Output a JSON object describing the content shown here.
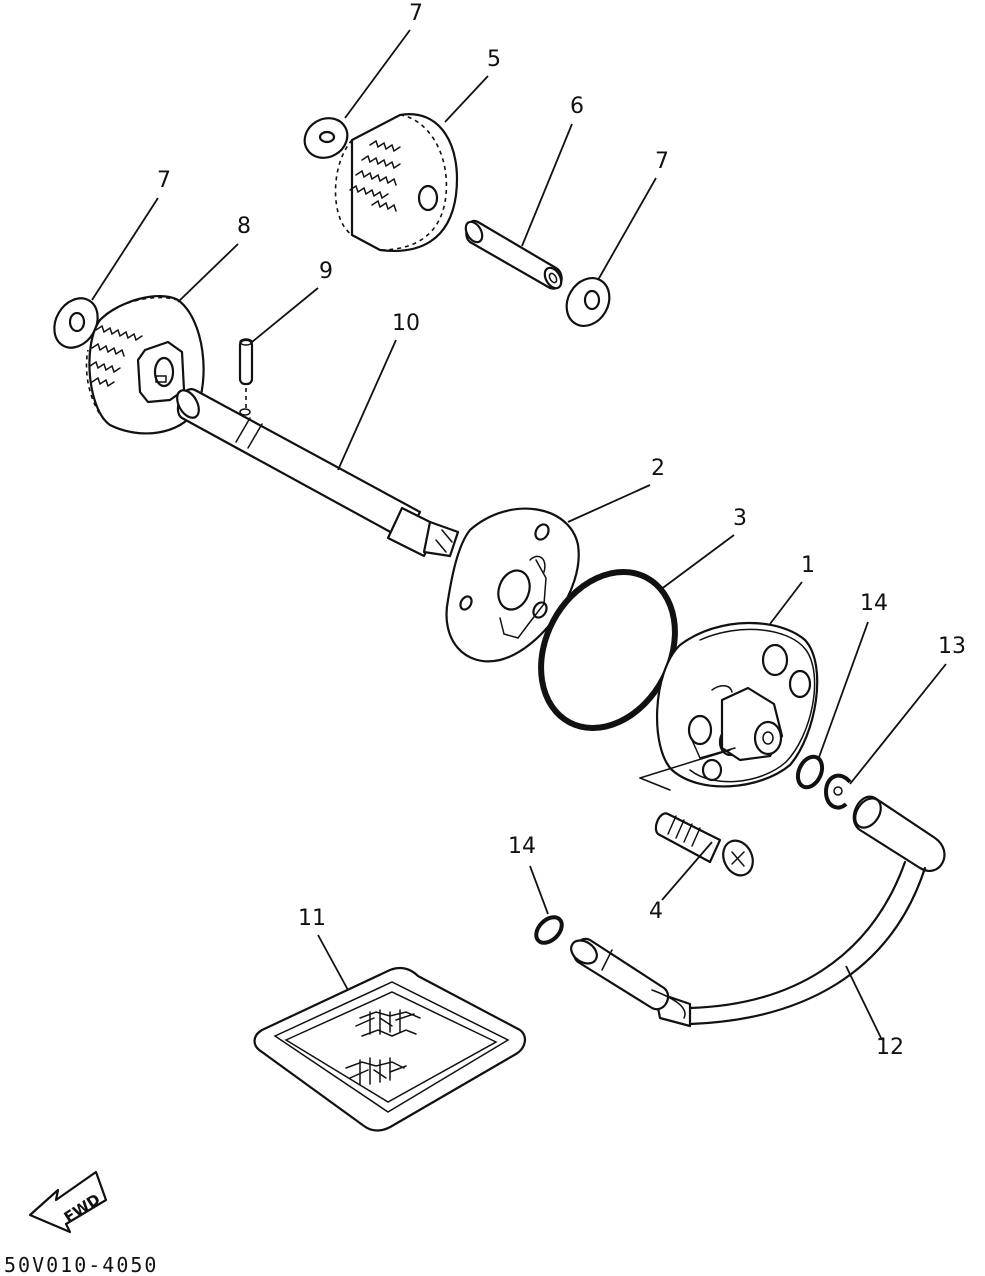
{
  "diagram": {
    "parts": [
      {
        "key": "p1",
        "number": "1"
      },
      {
        "key": "p2",
        "number": "2"
      },
      {
        "key": "p3",
        "number": "3"
      },
      {
        "key": "p4",
        "number": "4"
      },
      {
        "key": "p5",
        "number": "5"
      },
      {
        "key": "p6",
        "number": "6"
      },
      {
        "key": "p7a",
        "number": "7"
      },
      {
        "key": "p7b",
        "number": "7"
      },
      {
        "key": "p7c",
        "number": "7"
      },
      {
        "key": "p8",
        "number": "8"
      },
      {
        "key": "p9",
        "number": "9"
      },
      {
        "key": "p10",
        "number": "10"
      },
      {
        "key": "p11",
        "number": "11"
      },
      {
        "key": "p12",
        "number": "12"
      },
      {
        "key": "p13",
        "number": "13"
      },
      {
        "key": "p14a",
        "number": "14"
      },
      {
        "key": "p14b",
        "number": "14"
      }
    ],
    "fwd_label": "FWD",
    "drawing_code": "50V010-4050"
  }
}
